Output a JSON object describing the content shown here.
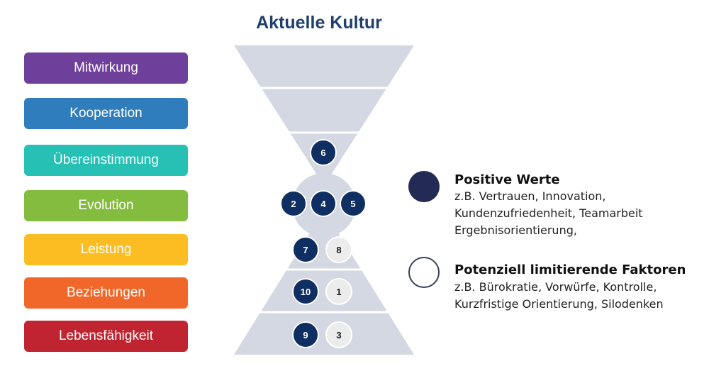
{
  "title": "Aktuelle Kultur",
  "levels": [
    {
      "label": "Mitwirkung",
      "color": "#6f3f9c"
    },
    {
      "label": "Kooperation",
      "color": "#2f7dbd"
    },
    {
      "label": "Übereinstimmung",
      "color": "#26c0b4"
    },
    {
      "label": "Evolution",
      "color": "#84bc3f"
    },
    {
      "label": "Leistung",
      "color": "#fbbd21"
    },
    {
      "label": "Beziehungen",
      "color": "#f1672a"
    },
    {
      "label": "Lebensfähigkeit",
      "color": "#c02430"
    }
  ],
  "funnel": {
    "fill_color": "#d4d8e2",
    "markers": [
      {
        "number": "6",
        "kind": "positive"
      },
      {
        "number": "2",
        "kind": "positive"
      },
      {
        "number": "4",
        "kind": "positive"
      },
      {
        "number": "5",
        "kind": "positive"
      },
      {
        "number": "7",
        "kind": "positive"
      },
      {
        "number": "8",
        "kind": "limiting"
      },
      {
        "number": "10",
        "kind": "positive"
      },
      {
        "number": "1",
        "kind": "limiting"
      },
      {
        "number": "9",
        "kind": "positive"
      },
      {
        "number": "3",
        "kind": "limiting"
      }
    ]
  },
  "legend": {
    "positive": {
      "title": "Positive Werte",
      "lines": [
        "z.B. Vertrauen, Innovation,",
        "Kundenzufriedenheit, Teamarbeit",
        "Ergebnisorientierung,"
      ],
      "color": "#232a54"
    },
    "limiting": {
      "title": "Potenziell limitierende Faktoren",
      "lines": [
        "z.B. Bürokratie, Vorwürfe, Kontrolle,",
        "Kurzfristige Orientierung, Silodenken"
      ],
      "color": "#ffffff"
    }
  }
}
